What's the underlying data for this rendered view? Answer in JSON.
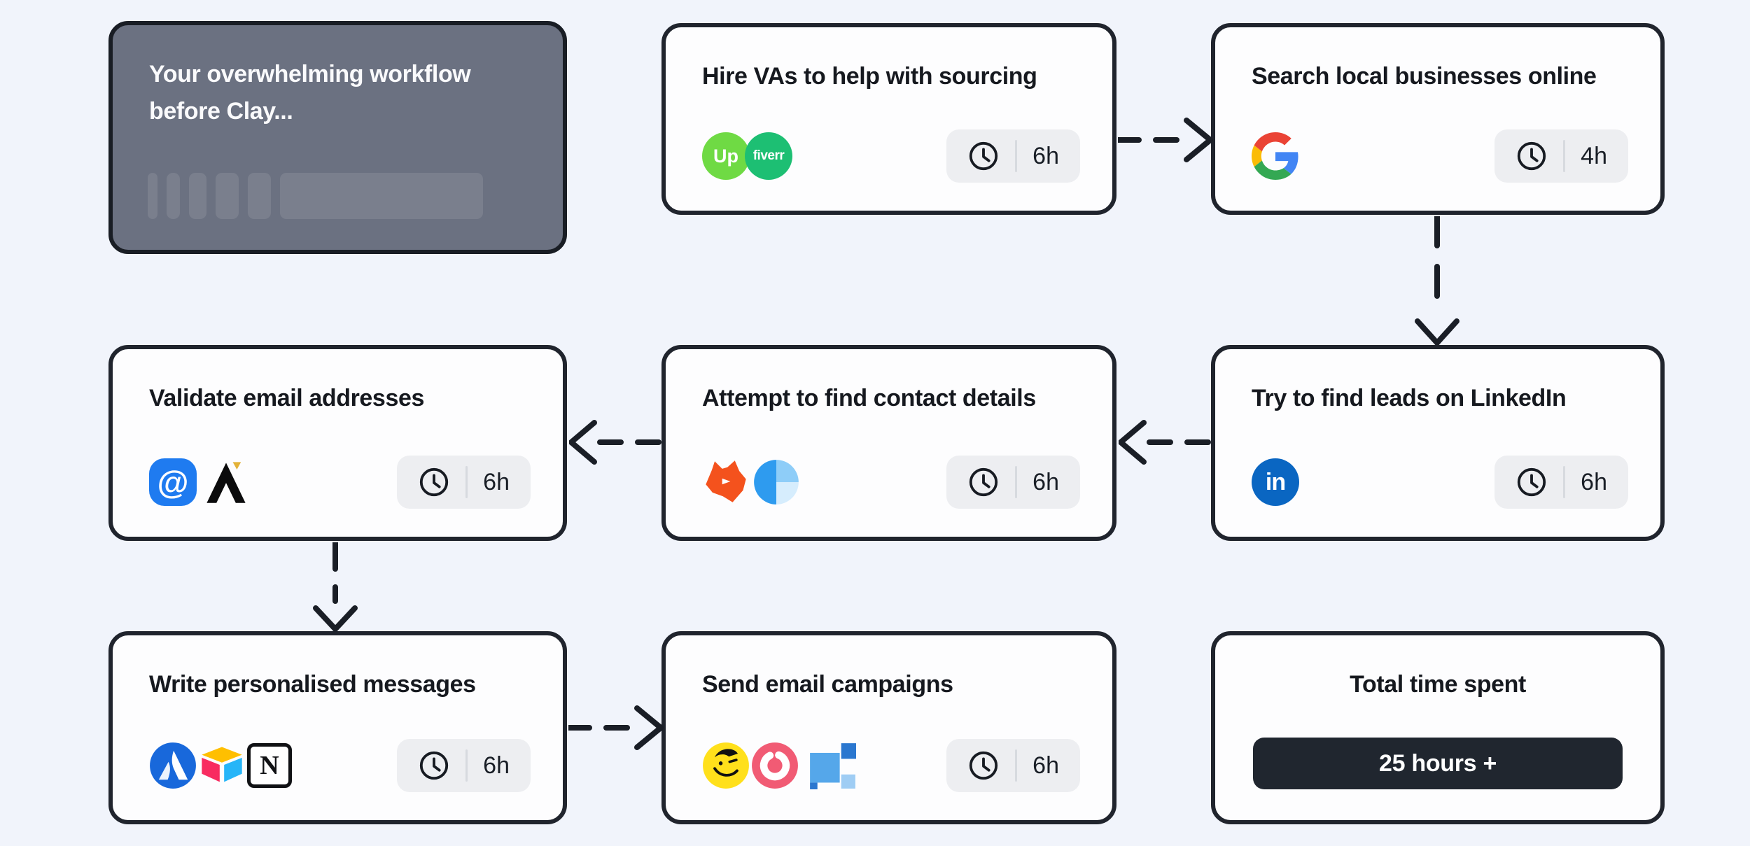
{
  "page": {
    "background": "#F1F4FB"
  },
  "colors": {
    "card_border": "#20242D",
    "dark_card_bg": "#6B7181",
    "badge_bg": "#EDEEF1",
    "button_bg": "#20262F",
    "arrow": "#1A1E26",
    "upwork_green": "#6FDA44",
    "fiverr_green": "#1DBF73",
    "linkedin_blue": "#0A66C2",
    "at_sign_blue": "#1F7BF0",
    "fox_orange": "#F4521D",
    "mailchimp_yellow": "#FFE01B",
    "loops_pink": "#F15B74"
  },
  "cards": {
    "before_clay": {
      "line1": "Your overwhelming workflow",
      "line2": "before Clay..."
    },
    "hire_vas": {
      "title": "Hire VAs to help with sourcing",
      "time": "6h",
      "icons": [
        "upwork-icon",
        "fiverr-icon"
      ]
    },
    "search_local": {
      "title": "Search local businesses online",
      "time": "4h",
      "icons": [
        "google-icon"
      ]
    },
    "validate_email": {
      "title": "Validate email addresses",
      "time": "6h",
      "icons": [
        "at-sign-icon",
        "apollo-icon"
      ]
    },
    "find_contacts": {
      "title": "Attempt to find contact details",
      "time": "6h",
      "icons": [
        "fox-icon",
        "clearbit-icon"
      ]
    },
    "linkedin_leads": {
      "title": "Try to find leads on LinkedIn",
      "time": "6h",
      "icons": [
        "linkedin-icon"
      ]
    },
    "write_messages": {
      "title": "Write personalised messages",
      "time": "6h",
      "icons": [
        "atlassian-icon",
        "airtable-icon",
        "notion-icon"
      ]
    },
    "send_campaigns": {
      "title": "Send email campaigns",
      "time": "6h",
      "icons": [
        "mailchimp-icon",
        "loops-icon",
        "lemlist-icon"
      ]
    },
    "total_time": {
      "title": "Total time spent",
      "button_label": "25 hours +"
    }
  },
  "icon_labels": {
    "upwork": "Up",
    "fiverr": "fiverr",
    "linkedin": "in",
    "notion": "N",
    "at_sign": "@"
  }
}
